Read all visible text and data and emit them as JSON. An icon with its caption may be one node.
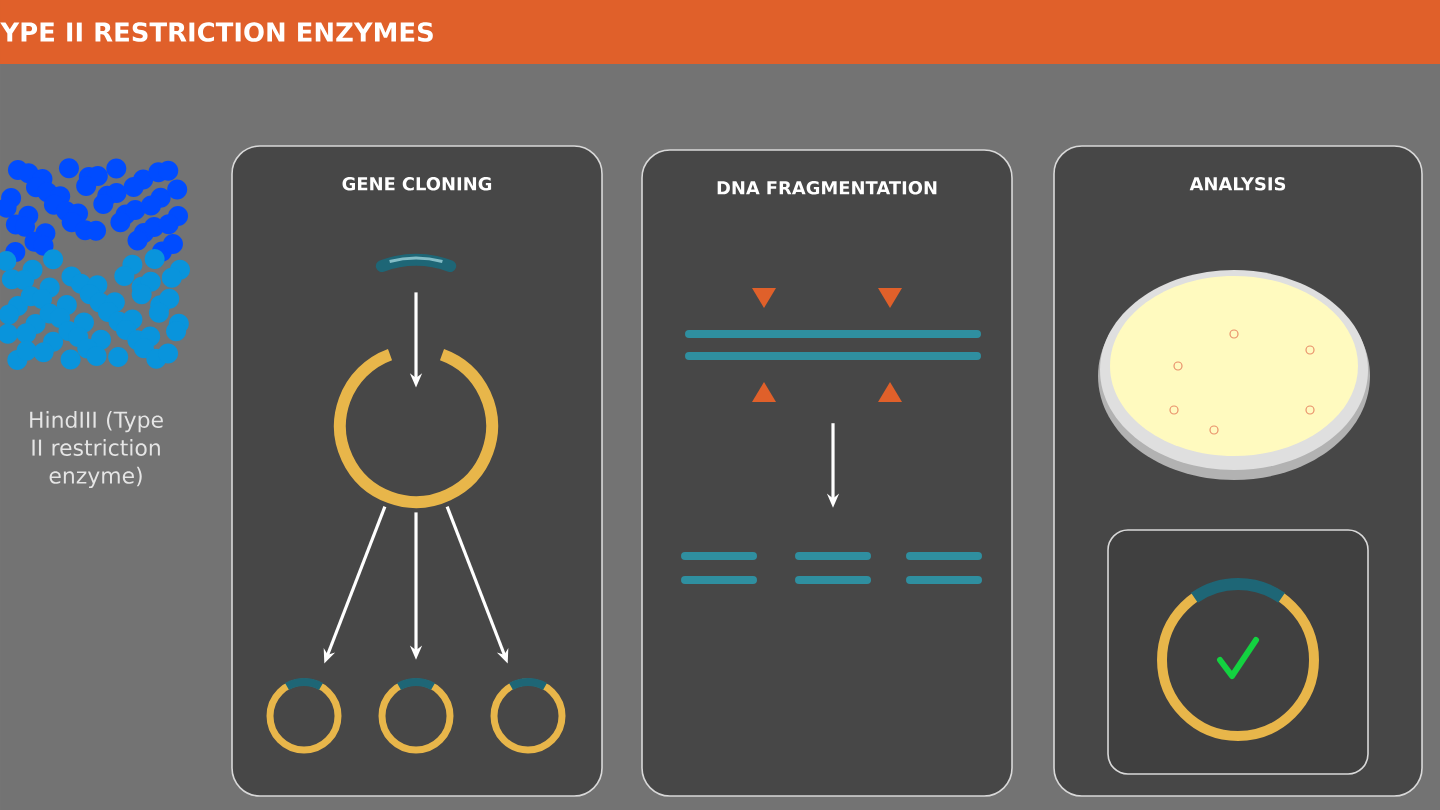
{
  "diagram": {
    "title": "YPE II RESTRICTION ENZYMES",
    "nodes": [
      {
        "text": [
          "GENE CLONING"
        ]
      },
      {
        "text": [],
        "shape": "picture",
        "in": 0
      },
      {
        "text": [],
        "shape": "picture",
        "in": 0
      },
      {
        "text": [],
        "shape": "picture",
        "in": 0
      },
      {
        "text": [],
        "shape": "picture",
        "in": 0
      },
      {
        "text": [],
        "shape": "picture",
        "in": 0
      },
      {
        "text": [
          "DNA FRAGMENTATION"
        ]
      },
      {
        "text": [],
        "shape": "picture",
        "in": 6
      },
      {
        "text": [],
        "shape": "picture",
        "in": 6
      },
      {
        "text": [],
        "shape": "picture",
        "in": 6
      },
      {
        "text": [],
        "shape": "picture",
        "in": 6
      },
      {
        "text": [
          "ANALYSIS"
        ]
      },
      {
        "text": [],
        "shape": "picture",
        "in": 11
      },
      {
        "text": [],
        "shape": "box",
        "in": 11
      },
      {
        "text": [],
        "shape": "picture",
        "beside": [
          "HindIII (Type II restriction enzyme)"
        ]
      }
    ],
    "edges": [
      {
        "from": 1,
        "to": 2,
        "arrow": "to"
      },
      {
        "from": 2,
        "to": 3,
        "arrow": "to"
      },
      {
        "from": 2,
        "to": 4,
        "arrow": "to"
      },
      {
        "from": 2,
        "to": 5,
        "arrow": "to"
      },
      {
        "from": 7,
        "to": 9,
        "arrow": "to"
      }
    ]
  }
}
